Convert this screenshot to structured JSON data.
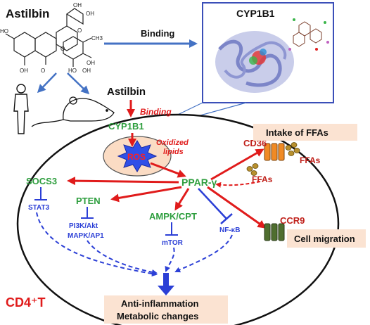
{
  "title": "Astilbin",
  "binding_label": "Binding",
  "protein_box": {
    "title": "CYP1B1"
  },
  "cell": {
    "astilbin": "Astilbin",
    "binding": "Binding",
    "cyp1b1": "CYP1B1",
    "oxidized_lipids": "Oxidized lipids",
    "oxidized_line1": "Oxidized",
    "oxidized_line2": "lipids",
    "ros": "ROS",
    "ppar": "PPAR-γ",
    "socs3": "SOCS3",
    "stat3": "STAT3",
    "pten": "PTEN",
    "pi3k": "PI3K/Akt",
    "mapk": "MAPK/AP1",
    "ampk": "AMPK/CPT",
    "mtor": "mTOR",
    "nfkb": "NF-κB",
    "cd36": "CD36",
    "ffas_receptor": "FFAs",
    "ffas_free": "FFAs",
    "ccr9": "CCR9",
    "cell_type": "CD4⁺T"
  },
  "boxes": {
    "intake": "Intake of FFAs",
    "migration": "Cell migration",
    "outcome_line1": "Anti-inflammation",
    "outcome_line2": "Metabolic changes"
  },
  "colors": {
    "green": "#2e9e3e",
    "red": "#e01b1b",
    "blue": "#2b3fd6",
    "arrow_blue": "#4472c4",
    "box_fill": "#fbe3d2",
    "ros_fill": "#3355ee",
    "ellipse_fill": "#fbdcc4",
    "orange": "#f08a24",
    "ccr9_green": "#4f6e2f"
  },
  "icons": [
    "astilbin-structure-icon",
    "human-icon",
    "mouse-icon",
    "protein-structure-icon",
    "ros-burst-icon",
    "cd36-receptor-icon",
    "ccr9-receptor-icon",
    "ffa-molecule-icon"
  ]
}
